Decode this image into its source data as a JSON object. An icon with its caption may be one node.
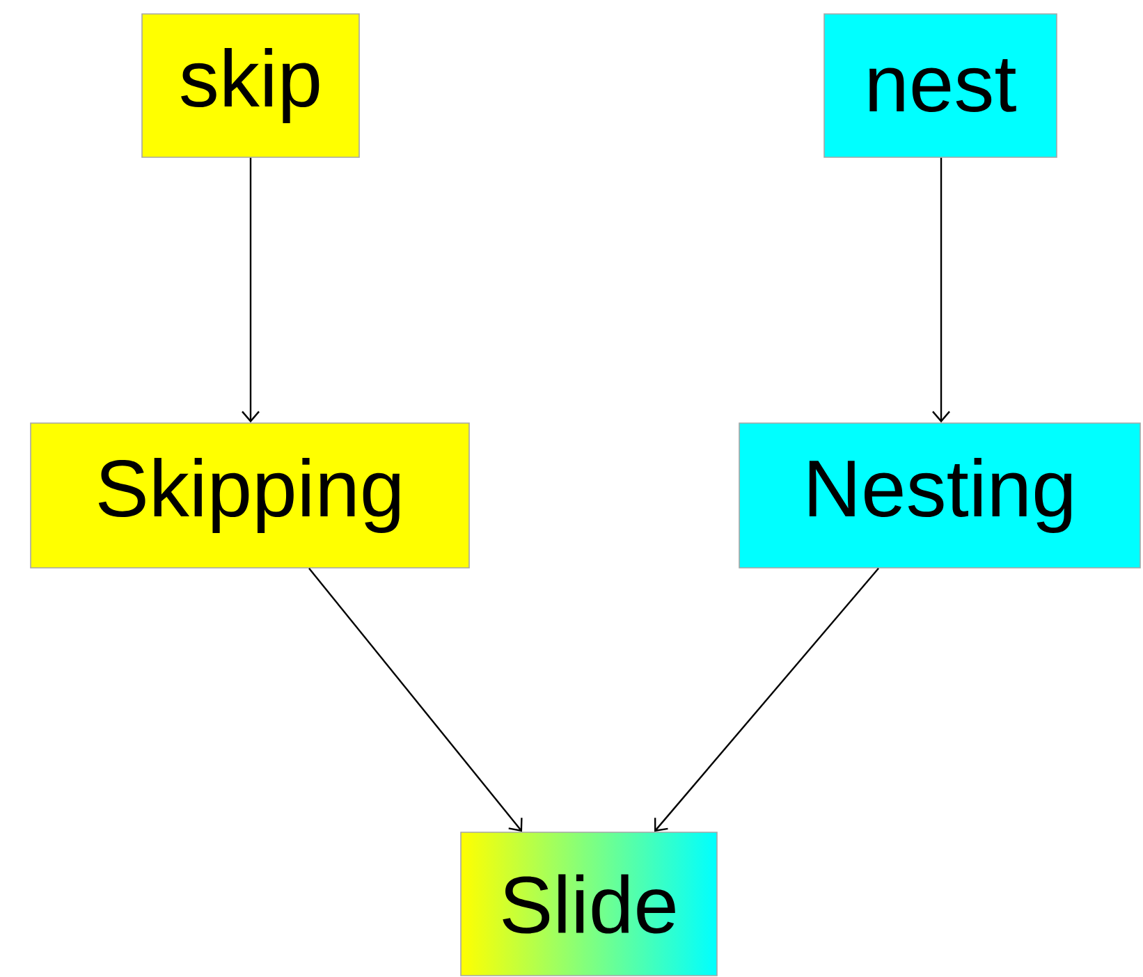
{
  "diagram": {
    "nodes": [
      {
        "text": [
          "skip"
        ]
      },
      {
        "text": [
          "nest"
        ]
      },
      {
        "text": [
          "Skipping"
        ]
      },
      {
        "text": [
          "Nesting"
        ]
      },
      {
        "text": [
          "Slide"
        ]
      }
    ],
    "edges": [
      {
        "from": 0,
        "to": 2,
        "arrow": "to"
      },
      {
        "from": 1,
        "to": 3,
        "arrow": "to"
      },
      {
        "from": 2,
        "to": 4,
        "arrow": "to"
      },
      {
        "from": 3,
        "to": 4,
        "arrow": "to"
      }
    ]
  }
}
